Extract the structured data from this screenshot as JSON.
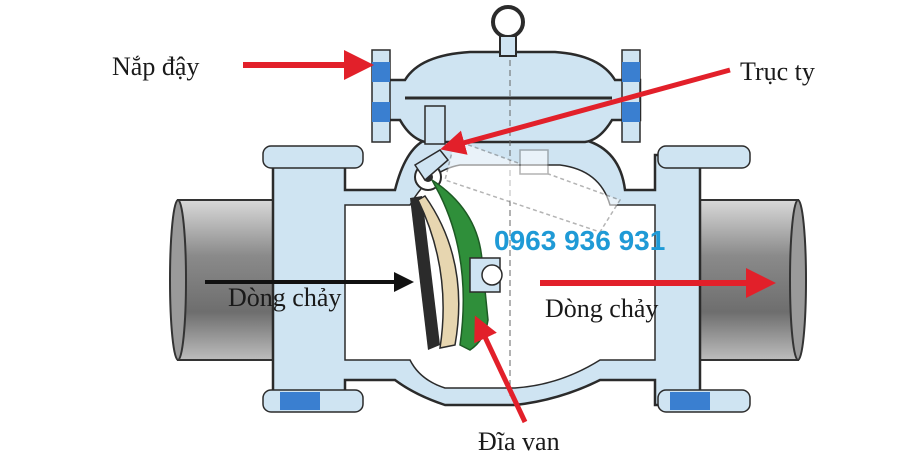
{
  "labels": {
    "cover": "Nắp đậy",
    "shaft": "Trục ty",
    "flow_in": "Dòng chảy",
    "flow_out": "Dòng chảy",
    "disc": "Đĩa van",
    "phone": "0963 936 931"
  },
  "colors": {
    "body_fill": "#cfe4f2",
    "body_stroke": "#2b2b2b",
    "pipe_gray": "#8f8f8f",
    "gasket_blue": "#3a7fd0",
    "disc_green": "#2f8f3a",
    "disc_tan": "#e7d6b0",
    "arrow_red": "#e2202a",
    "arrow_black": "#111111",
    "phone_blue": "#1f9ad6"
  }
}
